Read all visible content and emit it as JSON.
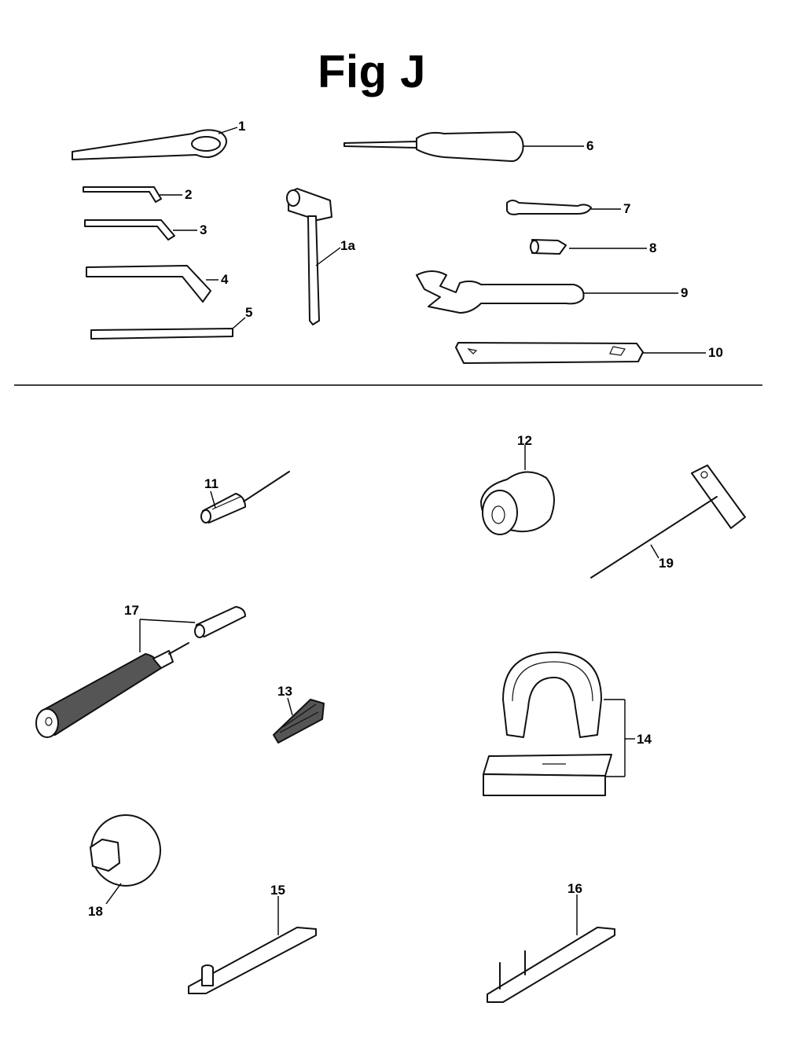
{
  "title": "Fig J",
  "callouts": {
    "c1": "1",
    "c1a": "1a",
    "c2": "2",
    "c3": "3",
    "c4": "4",
    "c5": "5",
    "c6": "6",
    "c7": "7",
    "c8": "8",
    "c9": "9",
    "c10": "10",
    "c11": "11",
    "c12": "12",
    "c13": "13",
    "c14": "14",
    "c15": "15",
    "c16": "16",
    "c17": "17",
    "c18": "18",
    "c19": "19"
  }
}
